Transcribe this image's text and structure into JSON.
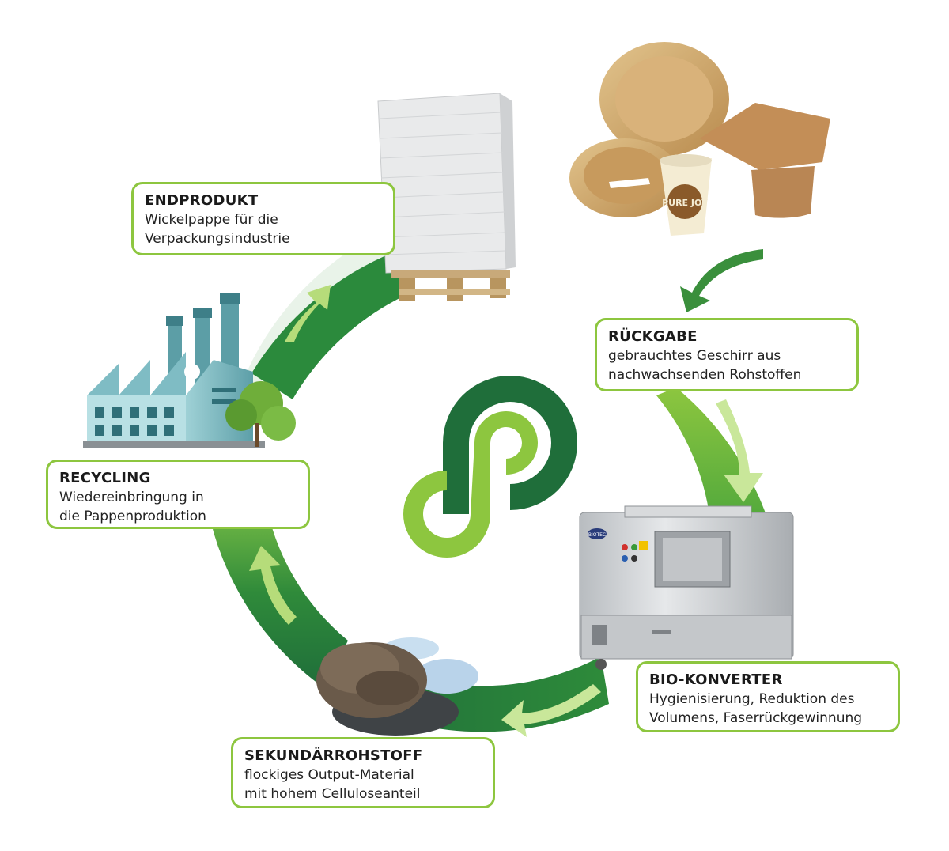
{
  "colors": {
    "dark_green": "#1f6e3a",
    "mid_green": "#3f9a3c",
    "light_green": "#8dc63f",
    "card_border": "#8dc63f"
  },
  "steps": [
    {
      "id": "endprodukt",
      "title": "ENDPRODUKT",
      "lines": [
        "Wickelpappe für die",
        "Verpackungsindustrie"
      ]
    },
    {
      "id": "rueckgabe",
      "title": "RÜCKGABE",
      "lines": [
        "gebrauchtes Geschirr aus",
        "nachwachsenden Rohstoffen"
      ]
    },
    {
      "id": "bio",
      "title": "BIO-KONVERTER",
      "lines": [
        "Hygienisierung, Reduktion des",
        "Volumens, Faserrückgewinnung"
      ]
    },
    {
      "id": "sekundaer",
      "title": "SEKUNDÄRROHSTOFF",
      "lines": [
        "flockiges Output-Material",
        "mit hohem Celluloseanteil"
      ]
    },
    {
      "id": "recycling",
      "title": "RECYCLING",
      "lines": [
        "Wiedereinbringung in",
        "die Pappenproduktion"
      ]
    }
  ],
  "images": {
    "paper_stack": "paper-stack-on-pallet",
    "tableware": "compostable-tableware",
    "cup_logo": "PURE JOY",
    "machine": "bio-converter-machine",
    "machine_badge": "BIOTEC",
    "fibers": "fibrous-material-in-hands",
    "factory": "recycling-factory"
  },
  "logo": "p-loop-logo"
}
